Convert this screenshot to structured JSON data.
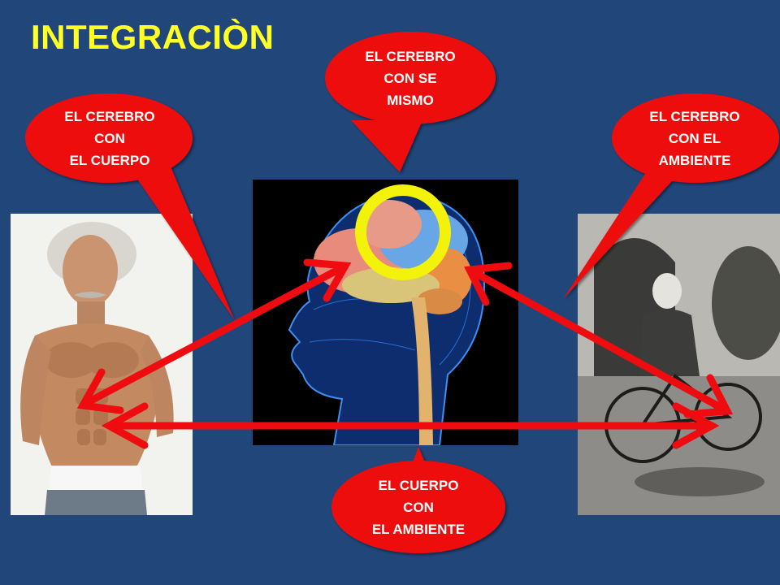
{
  "slide": {
    "title": "INTEGRACIÒN"
  },
  "bubbles": {
    "brain_self": {
      "line1": "EL CEREBRO",
      "line2": "CON SE",
      "line3": "MISMO"
    },
    "brain_body": {
      "line1": "EL CEREBRO",
      "line2": "CON",
      "line3": "EL CUERPO"
    },
    "brain_environment": {
      "line1": "EL CEREBRO",
      "line2": "CON EL",
      "line3": "AMBIENTE"
    },
    "body_environment": {
      "line1": "EL CUERPO",
      "line2": "CON",
      "line3": "EL AMBIENTE"
    }
  },
  "colors": {
    "background": "#21467a",
    "title": "#ffff26",
    "bubble": "#ee0c10",
    "arrow": "#ee0c10",
    "ring": "#f2f20a"
  }
}
